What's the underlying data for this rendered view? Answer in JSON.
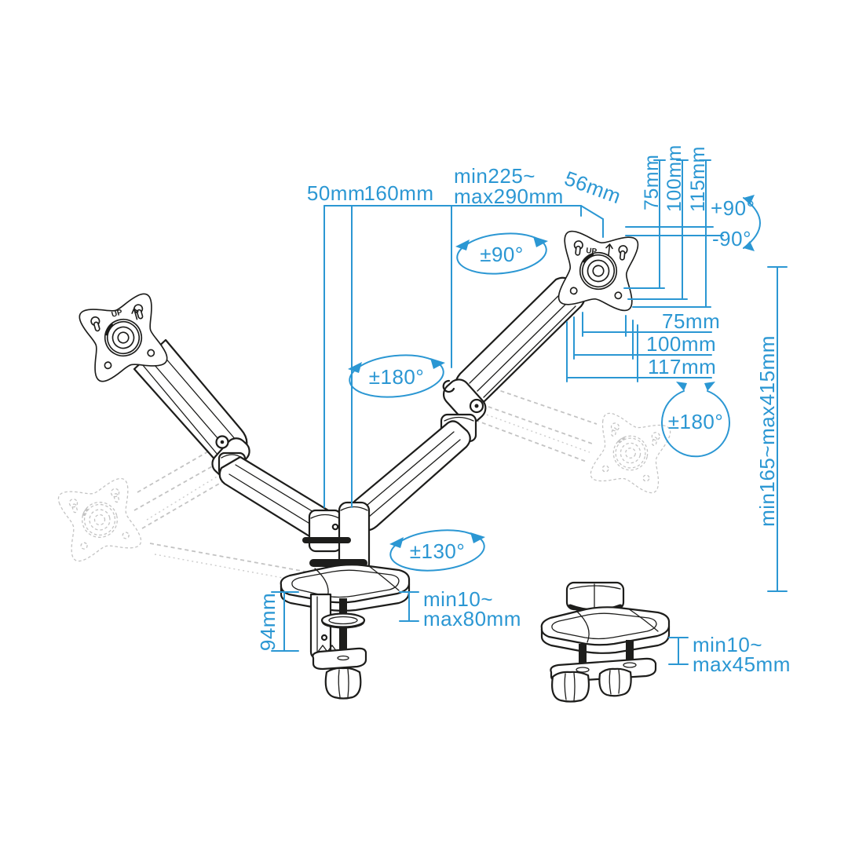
{
  "diagram": {
    "accent_color": "#2b97d3",
    "art_color": "#1d1d1b",
    "ghost_color": "#c3c3c3",
    "labels": {
      "up": "UP"
    },
    "top_dimensions": {
      "offset_50": "50mm",
      "offset_160": "160mm",
      "arm_reach_line1": "min225~",
      "arm_reach_line2": "max290mm",
      "vesa_offset_56": "56mm"
    },
    "vesa_vertical_dimensions": {
      "v75": "75mm",
      "v100": "100mm",
      "v115": "115mm"
    },
    "vesa_horizontal_dimensions": {
      "h75": "75mm",
      "h100": "100mm",
      "h117": "117mm"
    },
    "rotations": {
      "tilt_up": "+90°",
      "tilt_down": "-90°",
      "vesa_rotate": "±90°",
      "upper_joint_swivel": "±180°",
      "arm_swivel": "±180°",
      "base_swivel": "±130°"
    },
    "ranges": {
      "height_range": "min165~max415mm",
      "clamp_body_height": "94mm",
      "desk_clamp_line1": "min10~",
      "desk_clamp_line2": "max80mm",
      "grommet_line1": "min10~",
      "grommet_line2": "max45mm"
    }
  }
}
